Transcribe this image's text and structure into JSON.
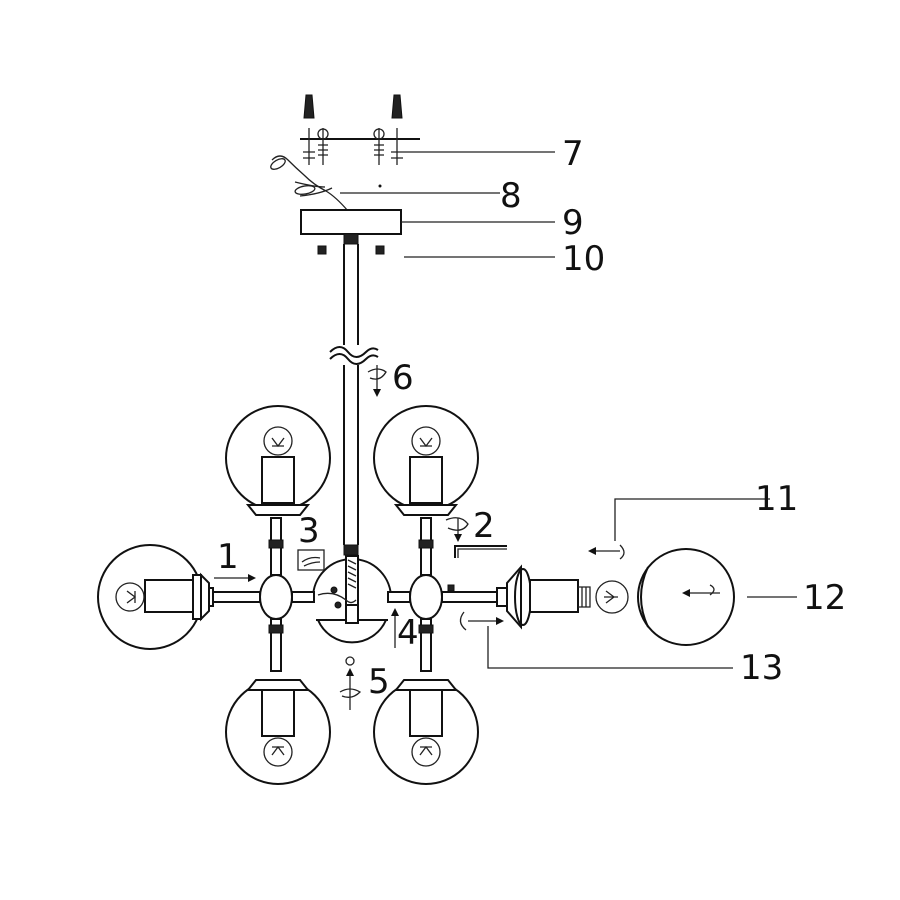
{
  "diagram": {
    "callouts": [
      {
        "id": "1",
        "label": "1"
      },
      {
        "id": "2",
        "label": "2"
      },
      {
        "id": "3",
        "label": "3"
      },
      {
        "id": "4",
        "label": "4"
      },
      {
        "id": "5",
        "label": "5"
      },
      {
        "id": "6",
        "label": "6"
      },
      {
        "id": "7",
        "label": "7"
      },
      {
        "id": "8",
        "label": "8"
      },
      {
        "id": "9",
        "label": "9"
      },
      {
        "id": "10",
        "label": "10"
      },
      {
        "id": "11",
        "label": "11"
      },
      {
        "id": "12",
        "label": "12"
      },
      {
        "id": "13",
        "label": "13"
      }
    ]
  },
  "colors": {
    "line": "#111111",
    "background": "#ffffff"
  }
}
